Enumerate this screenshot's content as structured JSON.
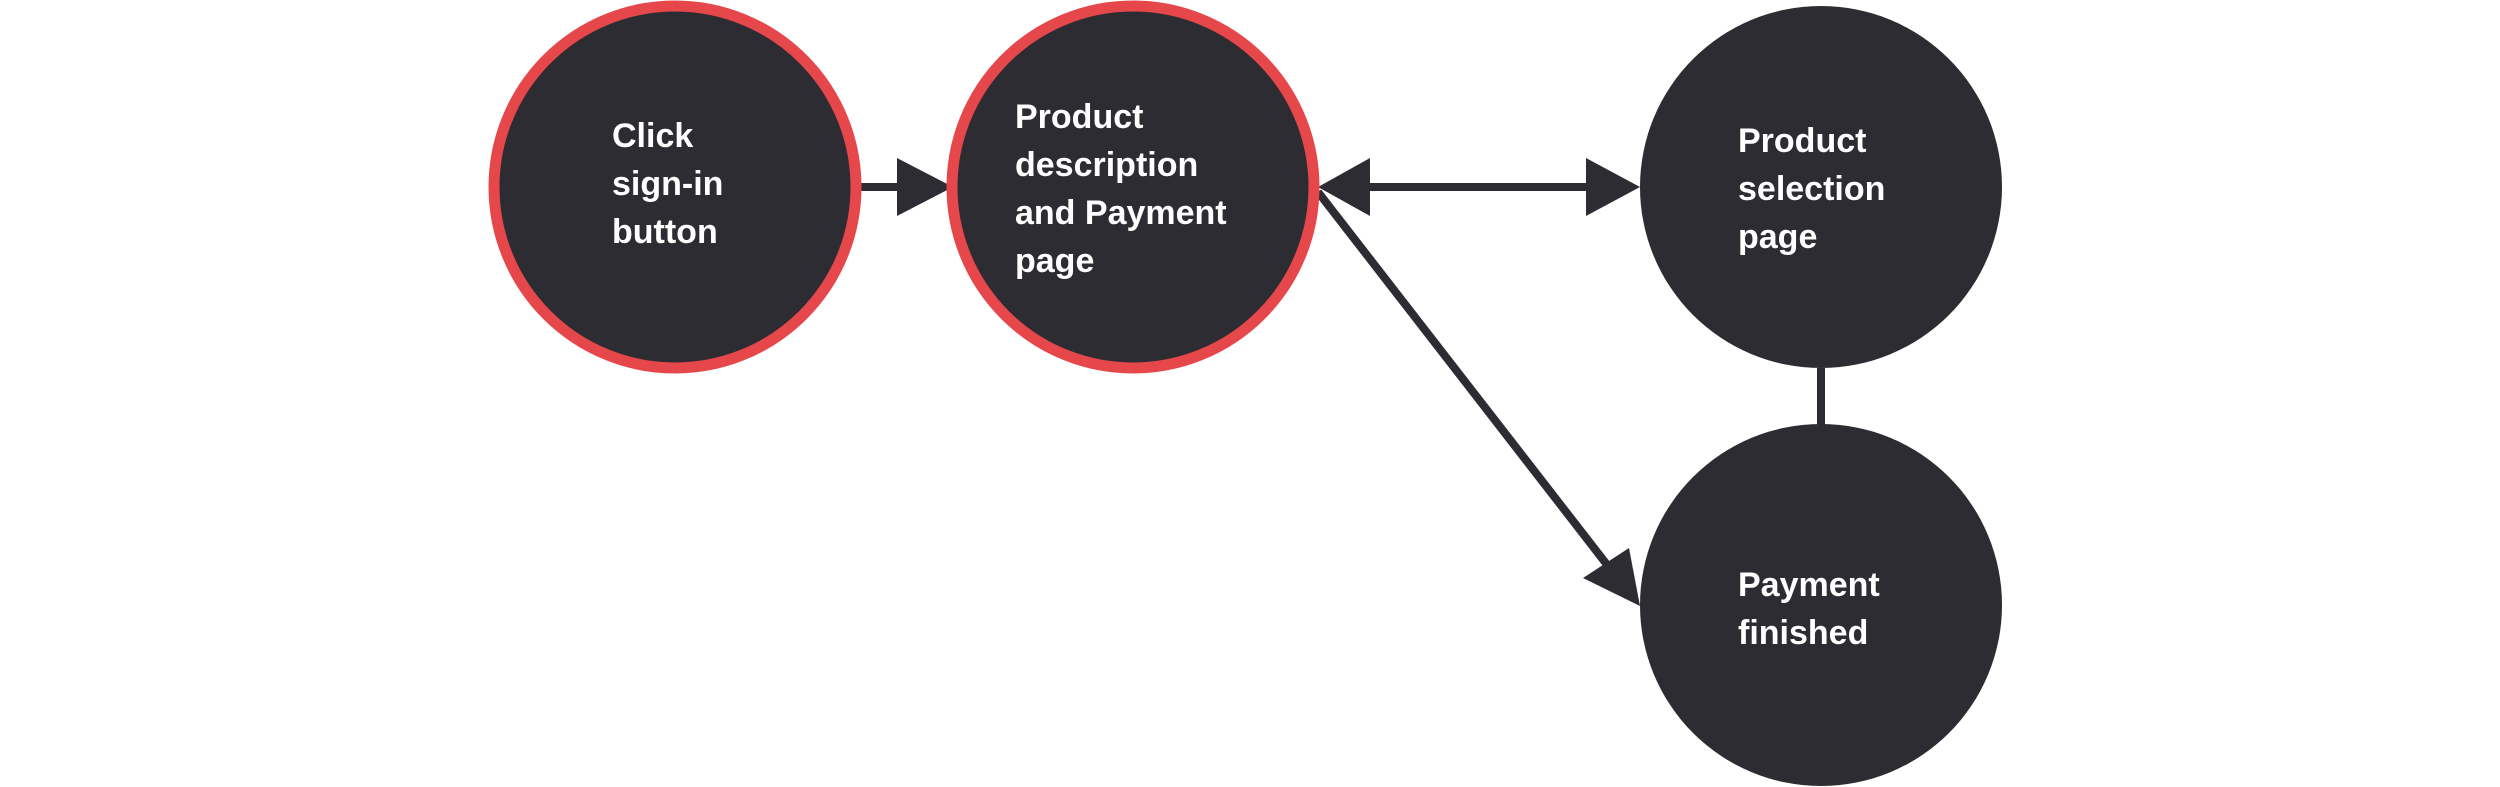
{
  "diagram": {
    "type": "flow",
    "colors": {
      "node_fill": "#2d2c33",
      "highlight_stroke": "#e5474b",
      "edge": "#2d2c33",
      "label": "#ffffff",
      "background": "#ffffff"
    },
    "nodes": [
      {
        "id": "click-signin",
        "lines": [
          "Click",
          "sign-in",
          "button"
        ],
        "highlighted": true
      },
      {
        "id": "product-description-payment",
        "lines": [
          "Product",
          "description",
          "and Payment",
          "page"
        ],
        "highlighted": true
      },
      {
        "id": "product-selection",
        "lines": [
          "Product",
          "selection",
          "page"
        ],
        "highlighted": false
      },
      {
        "id": "payment-finished",
        "lines": [
          "Payment",
          "finished"
        ],
        "highlighted": false
      }
    ],
    "edges": [
      {
        "from": "click-signin",
        "to": "product-description-payment",
        "direction": "forward"
      },
      {
        "from": "product-description-payment",
        "to": "product-selection",
        "direction": "both"
      },
      {
        "from": "product-description-payment",
        "to": "payment-finished",
        "direction": "forward"
      },
      {
        "from": "product-selection",
        "to": "payment-finished",
        "direction": "none"
      }
    ]
  }
}
